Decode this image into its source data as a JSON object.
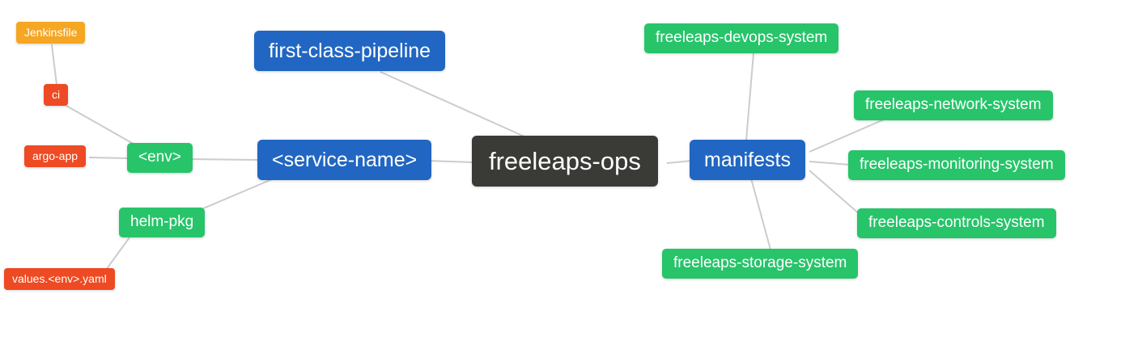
{
  "diagram": {
    "type": "mindmap",
    "edge_color": "#cccccc",
    "colors": {
      "root_dark": "#3a3a37",
      "branch_blue": "#2166c2",
      "leaf_green": "#27c46a",
      "leaf_red": "#ee4a23",
      "leaf_orange": "#f5a623"
    },
    "root": {
      "label": "freeleaps-ops",
      "color": "#3a3a37"
    },
    "nodes": {
      "first_class_pipeline": {
        "label": "first-class-pipeline",
        "color": "#2166c2"
      },
      "service_name": {
        "label": "<service-name>",
        "color": "#2166c2"
      },
      "manifests": {
        "label": "manifests",
        "color": "#2166c2"
      },
      "env": {
        "label": "<env>",
        "color": "#27c46a"
      },
      "helm_pkg": {
        "label": "helm-pkg",
        "color": "#27c46a"
      },
      "ci": {
        "label": "ci",
        "color": "#ee4a23"
      },
      "argo_app": {
        "label": "argo-app",
        "color": "#ee4a23"
      },
      "jenkinsfile": {
        "label": "Jenkinsfile",
        "color": "#f5a623"
      },
      "values_env_yaml": {
        "label": "values.<env>.yaml",
        "color": "#ee4a23"
      },
      "devops_system": {
        "label": "freeleaps-devops-system",
        "color": "#27c46a"
      },
      "network_system": {
        "label": "freeleaps-network-system",
        "color": "#27c46a"
      },
      "monitoring_system": {
        "label": "freeleaps-monitoring-system",
        "color": "#27c46a"
      },
      "controls_system": {
        "label": "freeleaps-controls-system",
        "color": "#27c46a"
      },
      "storage_system": {
        "label": "freeleaps-storage-system",
        "color": "#27c46a"
      }
    }
  }
}
